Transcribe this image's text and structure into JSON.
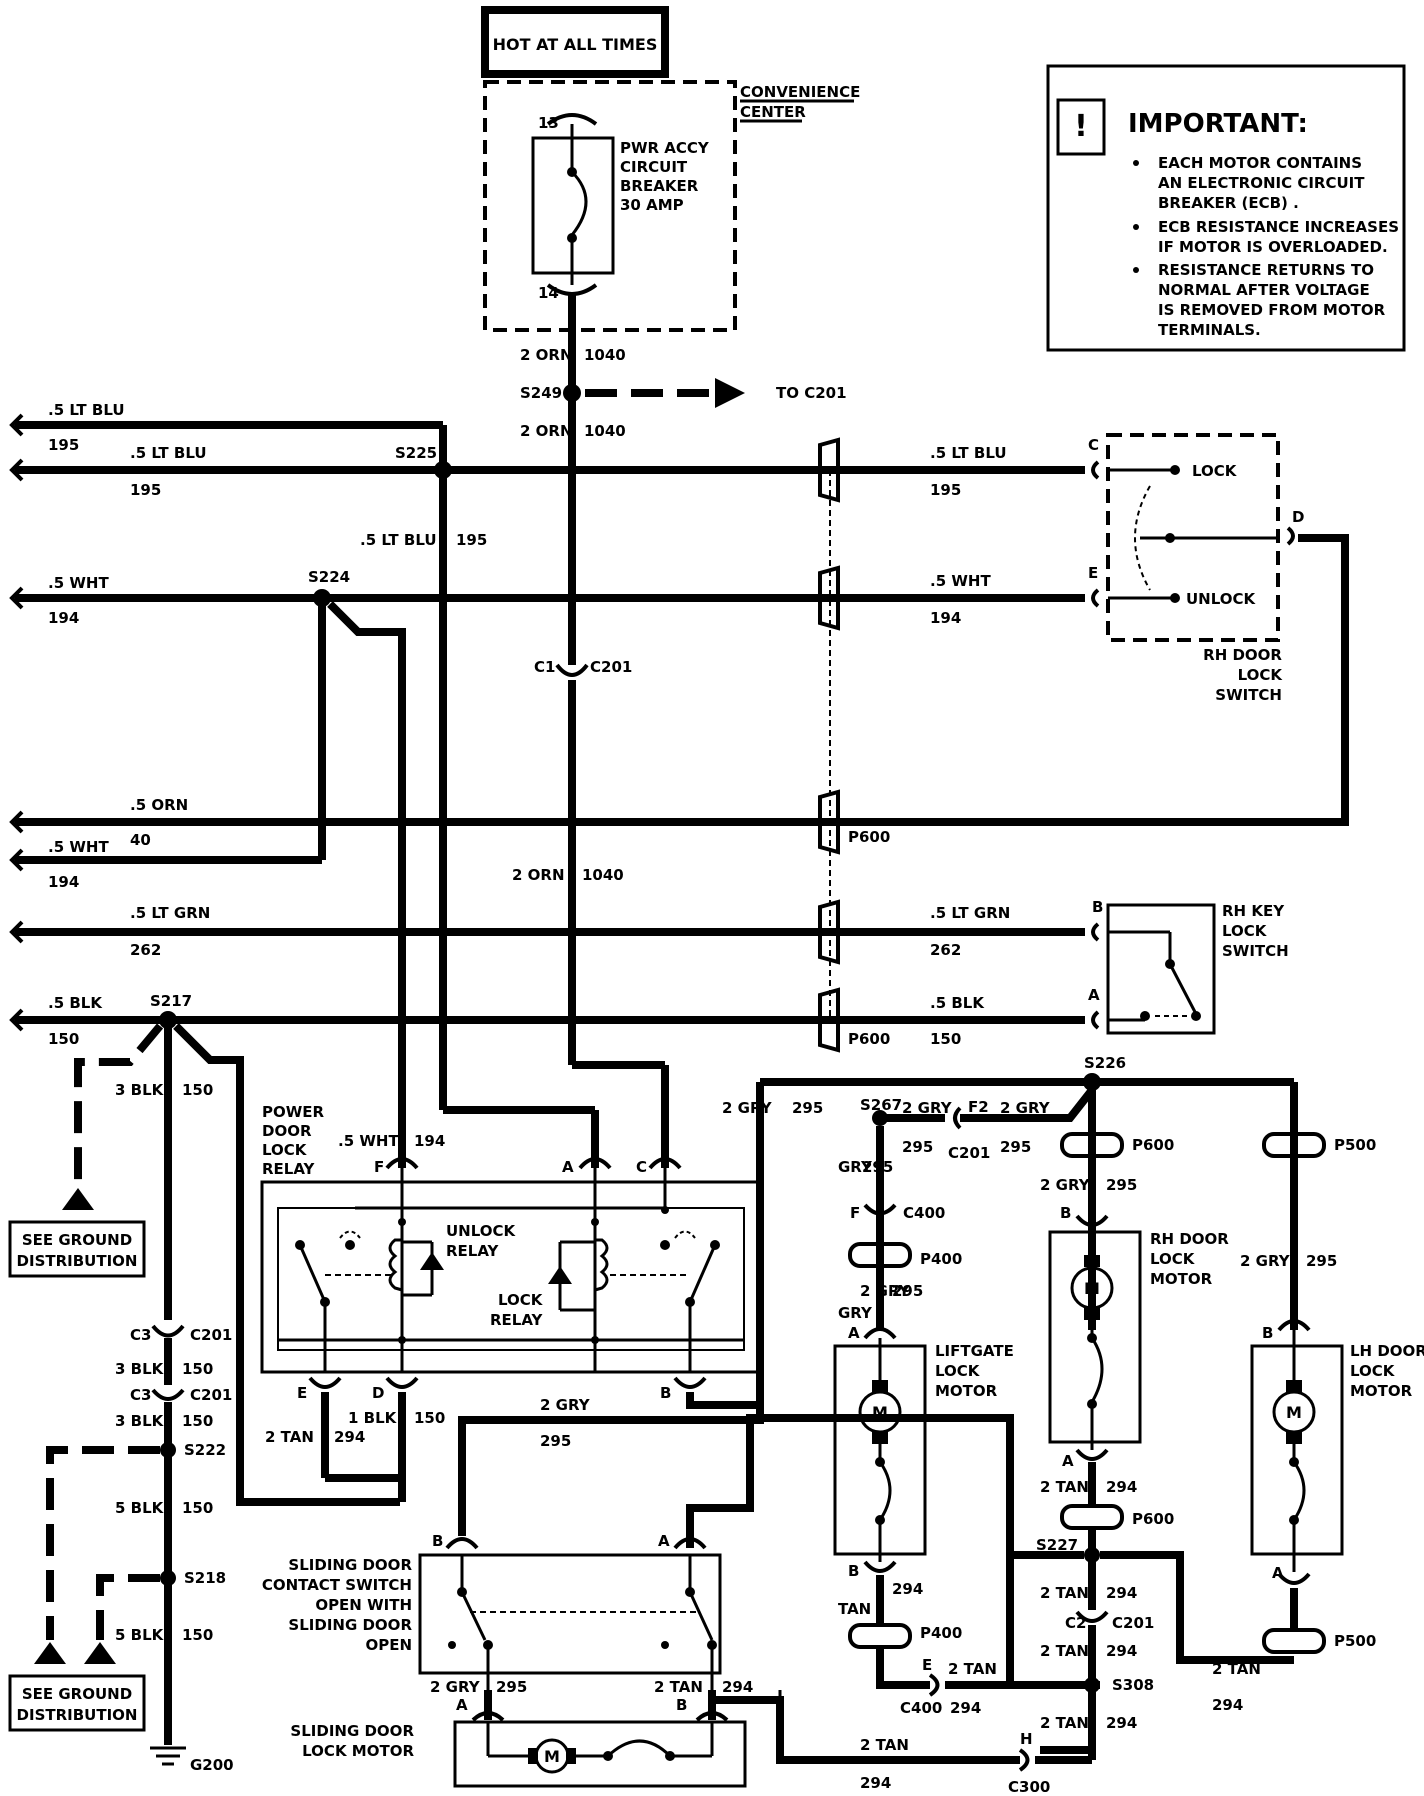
{
  "hot": "HOT AT ALL TIMES",
  "important": {
    "title": "IMPORTANT:",
    "bullets": [
      [
        "EACH MOTOR CONTAINS",
        "AN ELECTRONIC CIRCUIT",
        "BREAKER (ECB) ."
      ],
      [
        "ECB RESISTANCE INCREASES",
        "IF MOTOR IS OVERLOADED."
      ],
      [
        "RESISTANCE RETURNS TO",
        "NORMAL AFTER VOLTAGE",
        "IS REMOVED FROM MOTOR",
        "TERMINALS."
      ]
    ]
  },
  "convenience_center": [
    "CONVENIENCE",
    "CENTER"
  ],
  "breaker": [
    "PWR ACCY",
    "CIRCUIT",
    "BREAKER",
    "30 AMP"
  ],
  "pins": {
    "p13": "13",
    "p14": "14"
  },
  "wires": {
    "orn2": "2 ORN",
    "c1040": "1040",
    "ltblu5": ".5 LT BLU",
    "c195": "195",
    "wht5": ".5 WHT",
    "c194": "194",
    "orn5": ".5 ORN",
    "c40": "40",
    "ltgrn5": ".5 LT GRN",
    "c262": "262",
    "blk5": ".5 BLK",
    "c150": "150",
    "blk3": "3 BLK",
    "gry2": "2 GRY",
    "c295": "295",
    "tan2": "2 TAN",
    "c294": "294",
    "blk1": "1 BLK",
    "blk5b": "5 BLK",
    "gry": "GRY",
    "tan": "TAN",
    "wht5b": ".5 WHT"
  },
  "splices": {
    "s249": "S249",
    "s225": "S225",
    "s224": "S224",
    "s217": "S217",
    "s226": "S226",
    "s267": "S267",
    "s222": "S222",
    "s218": "S218",
    "s227": "S227",
    "s308": "S308",
    "g200": "G200"
  },
  "connectors": {
    "to_c201": "TO C201",
    "c201": "C201",
    "c1": "C1",
    "c3": "C3",
    "c2": "C2",
    "f2": "F2",
    "p600": "P600",
    "p500": "P500",
    "p400": "P400",
    "c400": "C400",
    "c300": "C300",
    "f": "F",
    "e": "E",
    "h": "H",
    "a": "A",
    "b": "B",
    "c": "C",
    "d": "D"
  },
  "rh_door_lock_switch": {
    "lock": "LOCK",
    "unlock": "UNLOCK",
    "label": [
      "RH DOOR",
      "LOCK",
      "SWITCH"
    ]
  },
  "rh_key": [
    "RH KEY",
    "LOCK",
    "SWITCH"
  ],
  "relay": {
    "title": [
      "POWER",
      "DOOR",
      "LOCK",
      "RELAY"
    ],
    "unlock": [
      "UNLOCK",
      "RELAY"
    ],
    "lock": [
      "LOCK",
      "RELAY"
    ]
  },
  "ground": [
    "SEE GROUND",
    "DISTRIBUTION"
  ],
  "liftgate": [
    "LIFTGATE",
    "LOCK",
    "MOTOR"
  ],
  "rh_motor": [
    "RH DOOR",
    "LOCK",
    "MOTOR"
  ],
  "lh_motor": [
    "LH DOOR",
    "LOCK",
    "MOTOR"
  ],
  "sliding_switch": [
    "SLIDING DOOR",
    "CONTACT SWITCH",
    "OPEN WITH",
    "SLIDING DOOR",
    "OPEN"
  ],
  "sliding_motor": [
    "SLIDING DOOR",
    "LOCK MOTOR"
  ],
  "motor_symbol": "M"
}
